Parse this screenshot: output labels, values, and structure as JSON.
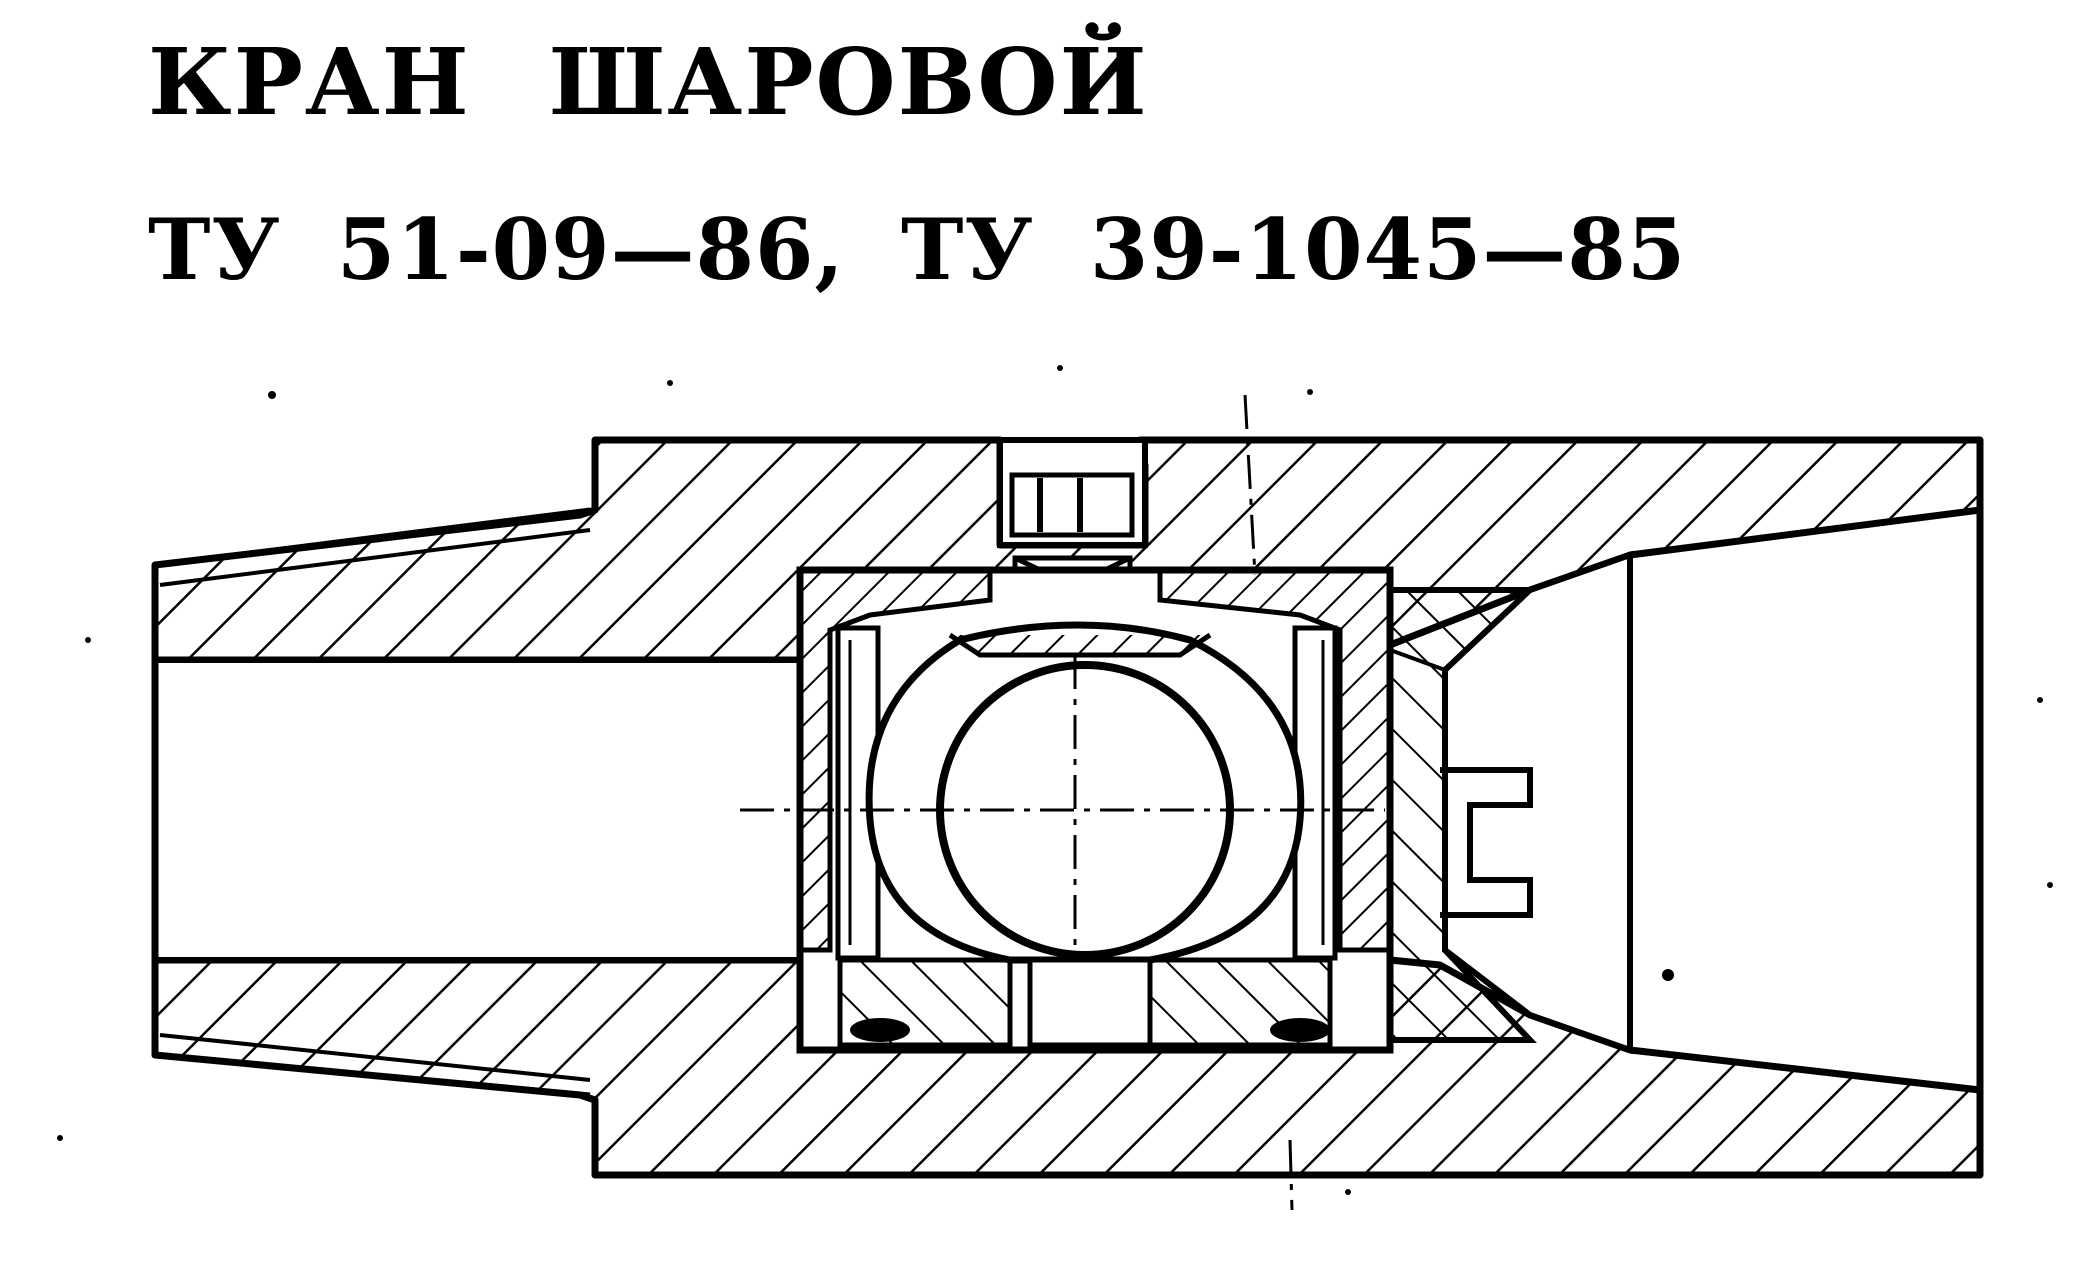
{
  "document": {
    "title": "КРАН  ШАРОВОЙ",
    "subtitle": "ТУ 51-09—86, ТУ 39-1045—85"
  },
  "drawing": {
    "type": "cross-section",
    "line_color": "#000000",
    "background": "#ffffff"
  }
}
